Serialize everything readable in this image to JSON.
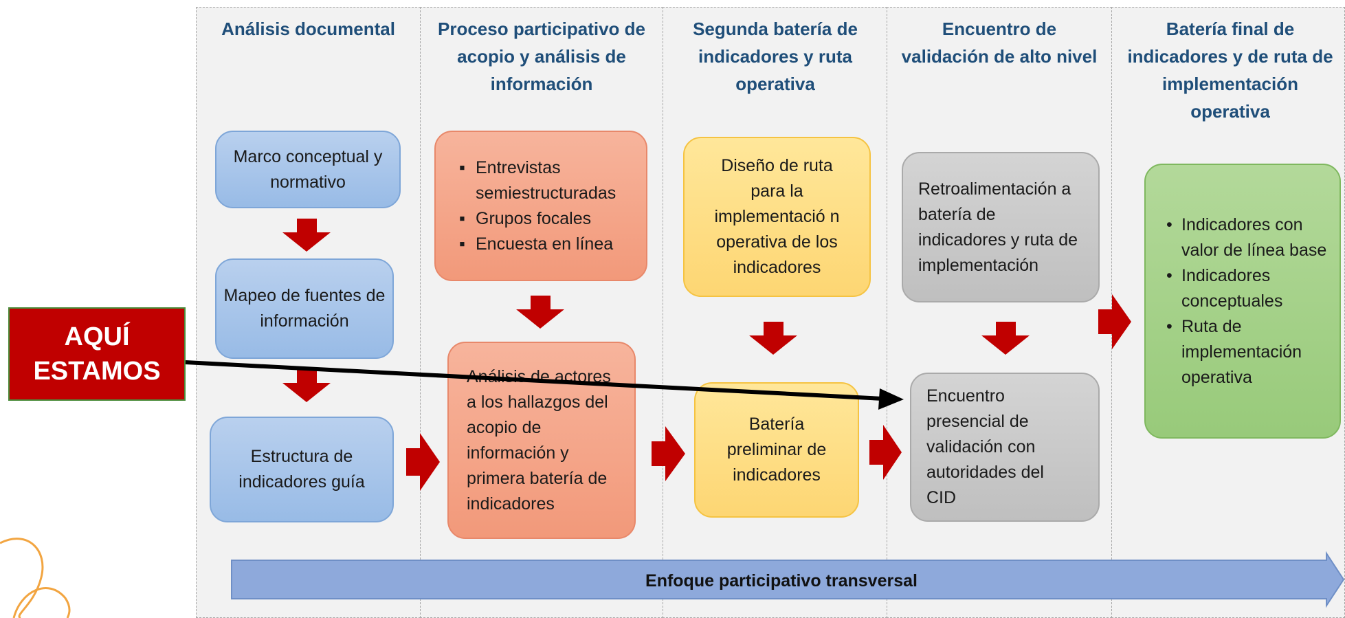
{
  "columns": [
    {
      "title": "Análisis documental"
    },
    {
      "title": "Proceso participativo de acopio y análisis de información"
    },
    {
      "title": "Segunda batería de indicadores y ruta operativa"
    },
    {
      "title": "Encuentro de validación de alto nivel"
    },
    {
      "title": "Batería final de indicadores y de ruta de implementación operativa"
    }
  ],
  "boxes": {
    "marco": "Marco conceptual y normativo",
    "mapeo": "Mapeo de fuentes de información",
    "estructura": "Estructura de indicadores guía",
    "acopio_items": [
      "Entrevistas semiestructuradas",
      "Grupos focales",
      "Encuesta en línea"
    ],
    "analisis_actores": "Análisis de actores a los hallazgos del acopio de información y primera batería de indicadores",
    "diseno_ruta": "Diseño de ruta para la implementació n operativa de los indicadores",
    "bateria_preliminar": "Batería preliminar de indicadores",
    "retroalimentacion": "Retroalimentación a batería de indicadores y ruta de implementación",
    "encuentro": "Encuentro presencial de validación con autoridades del CID",
    "final_items": [
      "Indicadores con valor de línea base",
      "Indicadores conceptuales",
      "Ruta de implementación operativa"
    ]
  },
  "banner": "Enfoque participativo transversal",
  "marker": {
    "line1": "AQUÍ",
    "line2": "ESTAMOS"
  },
  "colors": {
    "title": "#1f4e79",
    "arrow_red": "#c00000",
    "banner": "#8ea9db",
    "marker_bg": "#c00000"
  }
}
